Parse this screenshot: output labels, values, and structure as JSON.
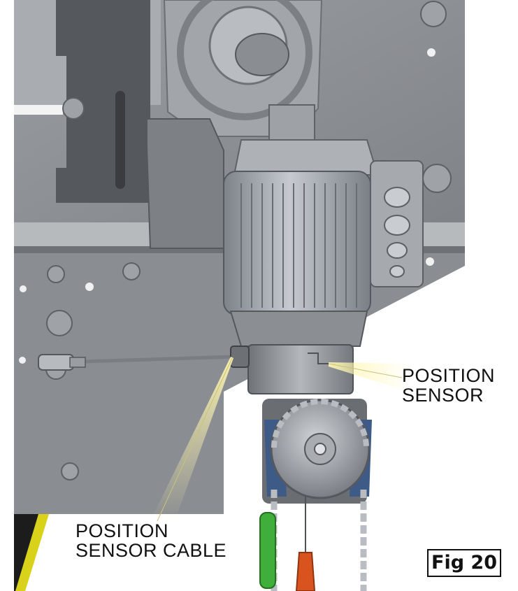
{
  "labels": {
    "position_sensor_line1": "POSITION",
    "position_sensor_line2": "SENSOR",
    "position_sensor_cable_line1": "POSITION",
    "position_sensor_cable_line2": "SENSOR CABLE"
  },
  "figure_label": "Fig 20",
  "colors": {
    "panel": "#8f9296",
    "motor": "#a3a7ad",
    "chain": "#b9bcc0",
    "green_handle": "#3fae3a",
    "orange_weight": "#d9531e",
    "stripe_yellow": "#d8d21a",
    "callout_glow": "#fff6b0"
  }
}
